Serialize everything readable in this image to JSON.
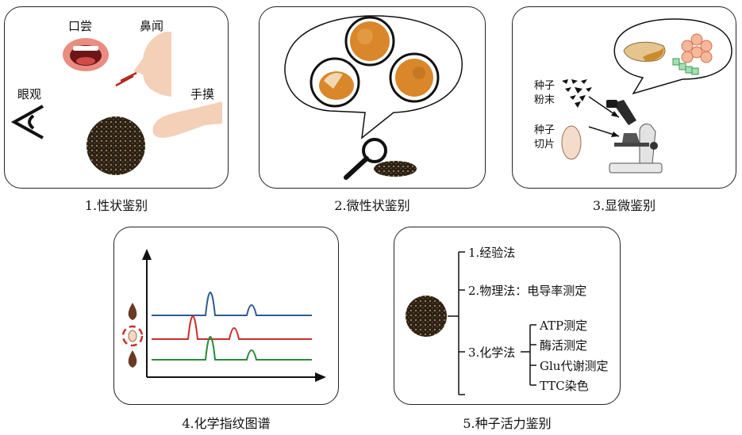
{
  "panel1": {
    "caption": "1.性状鉴别",
    "labels": {
      "taste": "口尝",
      "smell": "鼻闻",
      "sight": "眼观",
      "touch": "手摸"
    }
  },
  "panel2": {
    "caption": "2.微性状鉴别"
  },
  "panel3": {
    "caption": "3.显微鉴别",
    "powder_label": [
      "种子",
      "粉末"
    ],
    "section_label": [
      "种子",
      "切片"
    ]
  },
  "panel4": {
    "caption": "4.化学指纹图谱"
  },
  "panel5": {
    "caption": "5.种子活力鉴别",
    "methods": {
      "empirical": "1.经验法",
      "physical": "2.物理法：电导率测定",
      "chemical": "3.化学法",
      "chemical_items": [
        "ATP测定",
        "酶活测定",
        "Glu代谢测定",
        "TTC染色"
      ]
    }
  },
  "colors": {
    "blue": "#2f5a93",
    "red": "#c8302b",
    "green": "#2a8a3a"
  }
}
